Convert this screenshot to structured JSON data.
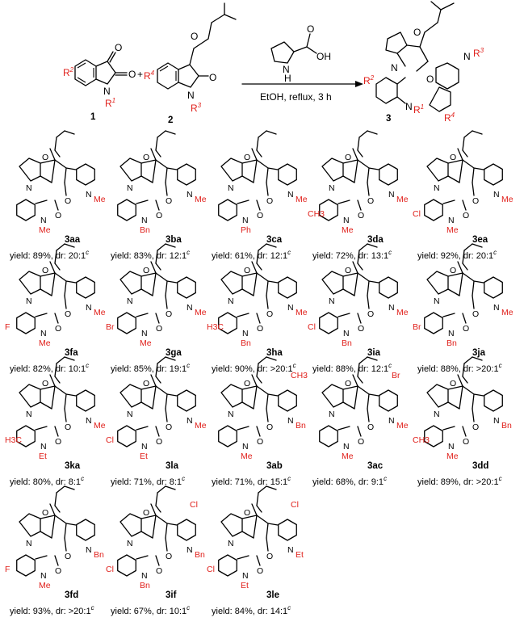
{
  "reaction": {
    "reactant1_id": "1",
    "reactant2_id": "2",
    "product_id": "3",
    "plus": "+",
    "conditions": "EtOH, reflux, 3 h",
    "catalyst_labels": [
      "N",
      "H",
      "OH",
      "O"
    ],
    "r_labels": {
      "r2": "R2",
      "r1": "R1",
      "r4": "R4",
      "r3": "R3"
    }
  },
  "compounds": [
    {
      "id": "3aa",
      "yield": "yield: 89%, dr: 20:1",
      "sup": "c",
      "n_sub": "Me",
      "n2_sub": "Me",
      "ring_sub": "",
      "aryl_sub": ""
    },
    {
      "id": "3ba",
      "yield": "yield: 83%, dr: 12:1",
      "sup": "c",
      "n_sub": "Bn",
      "n2_sub": "Me",
      "ring_sub": "",
      "aryl_sub": ""
    },
    {
      "id": "3ca",
      "yield": "yield: 61%, dr: 12:1",
      "sup": "c",
      "n_sub": "Ph",
      "n2_sub": "Me",
      "ring_sub": "",
      "aryl_sub": ""
    },
    {
      "id": "3da",
      "yield": "yield: 72%, dr: 13:1",
      "sup": "c",
      "n_sub": "Me",
      "n2_sub": "Me",
      "ring_sub": "CH3",
      "aryl_sub": ""
    },
    {
      "id": "3ea",
      "yield": "yield: 92%, dr: 20:1",
      "sup": "c",
      "n_sub": "Me",
      "n2_sub": "Me",
      "ring_sub": "Cl",
      "aryl_sub": ""
    },
    {
      "id": "3fa",
      "yield": "yield: 82%, dr: 10:1",
      "sup": "c",
      "n_sub": "Me",
      "n2_sub": "Me",
      "ring_sub": "F",
      "aryl_sub": ""
    },
    {
      "id": "3ga",
      "yield": "yield: 85%, dr: 19:1",
      "sup": "c",
      "n_sub": "Me",
      "n2_sub": "Me",
      "ring_sub": "Br",
      "aryl_sub": ""
    },
    {
      "id": "3ha",
      "yield": "yield: 90%, dr: >20:1",
      "sup": "c",
      "n_sub": "Bn",
      "n2_sub": "Me",
      "ring_sub": "H3C",
      "aryl_sub": ""
    },
    {
      "id": "3ia",
      "yield": "yield: 88%, dr: 12:1",
      "sup": "c",
      "n_sub": "Bn",
      "n2_sub": "Me",
      "ring_sub": "Cl",
      "aryl_sub": ""
    },
    {
      "id": "3ja",
      "yield": "yield: 88%, dr: >20:1",
      "sup": "c",
      "n_sub": "Bn",
      "n2_sub": "Me",
      "ring_sub": "Br",
      "aryl_sub": ""
    },
    {
      "id": "3ka",
      "yield": "yield: 80%, dr: 8:1",
      "sup": "c",
      "n_sub": "Et",
      "n2_sub": "Me",
      "ring_sub": "H3C",
      "aryl_sub": ""
    },
    {
      "id": "3la",
      "yield": "yield: 71%, dr: 8:1",
      "sup": "c",
      "n_sub": "Et",
      "n2_sub": "Me",
      "ring_sub": "Cl",
      "aryl_sub": ""
    },
    {
      "id": "3ab",
      "yield": "yield: 71%, dr: 15:1",
      "sup": "c",
      "n_sub": "Me",
      "n2_sub": "Bn",
      "ring_sub": "",
      "aryl_sub": "CH3"
    },
    {
      "id": "3ac",
      "yield": "yield: 68%, dr: 9:1",
      "sup": "c",
      "n_sub": "Me",
      "n2_sub": "Me",
      "ring_sub": "",
      "aryl_sub": "Br"
    },
    {
      "id": "3dd",
      "yield": "yield: 89%, dr: >20:1",
      "sup": "c",
      "n_sub": "Me",
      "n2_sub": "Bn",
      "ring_sub": "CH3",
      "aryl_sub": ""
    },
    {
      "id": "3fd",
      "yield": "yield: 93%, dr: >20:1",
      "sup": "c",
      "n_sub": "Me",
      "n2_sub": "Bn",
      "ring_sub": "F",
      "aryl_sub": ""
    },
    {
      "id": "3if",
      "yield": "yield: 67%, dr: 10:1",
      "sup": "c",
      "n_sub": "Bn",
      "n2_sub": "Bn",
      "ring_sub": "Cl",
      "aryl_sub": "Cl"
    },
    {
      "id": "3le",
      "yield": "yield: 84%, dr: 14:1",
      "sup": "c",
      "n_sub": "Et",
      "n2_sub": "Et",
      "ring_sub": "Cl",
      "aryl_sub": "Cl"
    }
  ]
}
